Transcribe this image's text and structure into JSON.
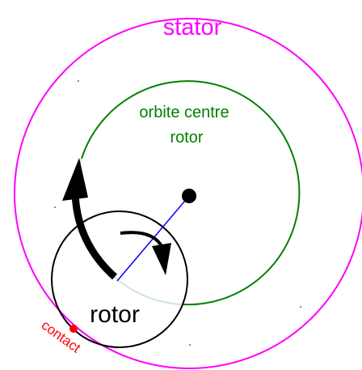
{
  "labels": {
    "stator": "stator",
    "orbit_line1": "orbite centre",
    "orbit_line2": "rotor",
    "rotor": "rotor",
    "contact": "contact"
  },
  "colors": {
    "stator": "#ff00ff",
    "orbit": "#008000",
    "orbit_hidden": "#cfe8cf",
    "rotor": "#000000",
    "radius_line": "#0000ff",
    "contact": "#ff0000",
    "arrows": "#000000"
  },
  "icons": {
    "orbit_arrow": "curved-arrow-up",
    "spin_arrow": "curved-arrow-clockwise"
  }
}
